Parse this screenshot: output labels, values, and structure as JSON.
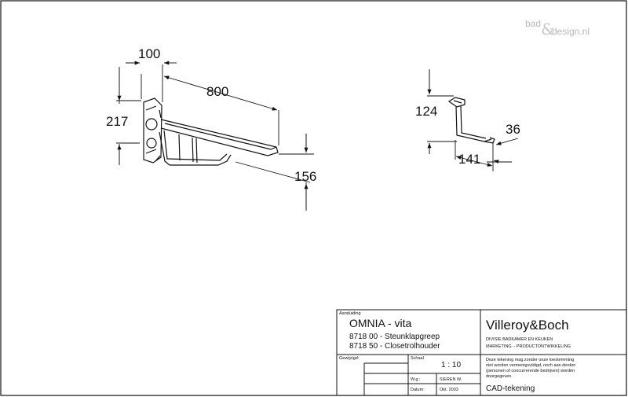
{
  "watermark": {
    "part1": "bad",
    "amp": "&",
    "part2": "design.nl"
  },
  "dimensions": {
    "d100": "100",
    "d800": "800",
    "d217": "217",
    "d156": "156",
    "d124": "124",
    "d141": "141",
    "d36": "36"
  },
  "title_block": {
    "aanduiding_label": "Aanduiding",
    "series": "OMNIA - vita",
    "item1": "8718 00 - Steunklapgreep",
    "item2": "8718 50 - Closetrolhouder",
    "brand": "Villeroy&Boch",
    "division_line1": "DIVISIE BADKAMER EN KEUKEN",
    "division_line2": "MARKETING – PRODUCTONTWIKKELING",
    "gewijzigd_label": "Gewijzigd:",
    "schaal_label": "Schaal",
    "scale": "1 : 10",
    "wg_label": "W.g.:",
    "wg_value": "SIEREN W.",
    "datum_label": "Datum:",
    "datum_value": "Okt. 2003",
    "notice1": "Deze tekening mag zonder onze toestemming",
    "notice2": "niet worden vermenigvuldigd, noch aan derden",
    "notice3": "(personen of concurrerende bedrijven) worden",
    "notice4": "doorgegeven.",
    "cad": "CAD-tekening"
  }
}
